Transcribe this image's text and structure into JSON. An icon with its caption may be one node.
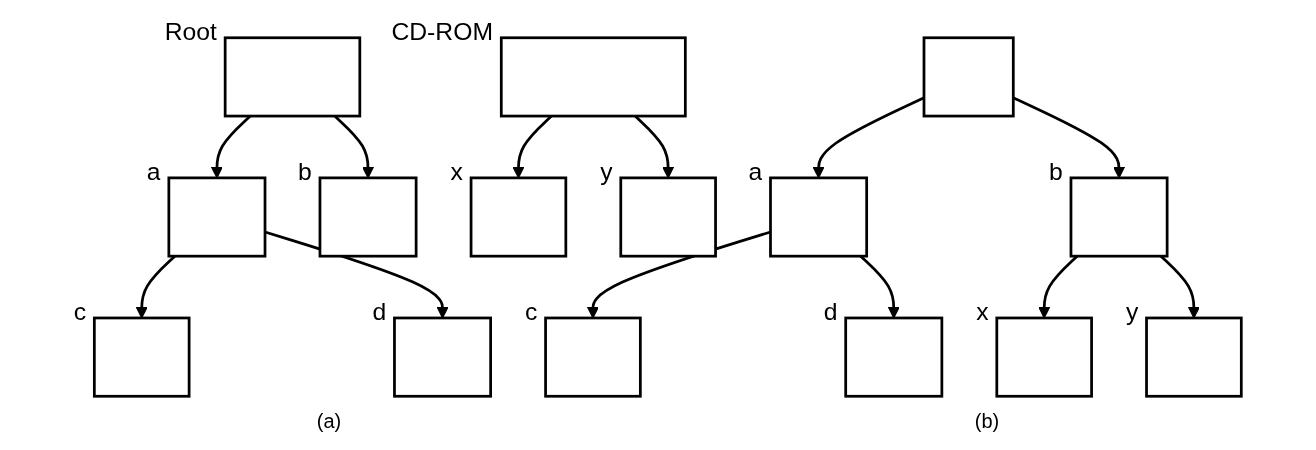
{
  "diagram": {
    "nodes": [
      {
        "text": [],
        "shape": "box",
        "beside": [
          "Root"
        ]
      },
      {
        "text": [],
        "shape": "box",
        "beside": [
          "a"
        ]
      },
      {
        "text": [],
        "shape": "box",
        "beside": [
          "b"
        ]
      },
      {
        "text": [],
        "shape": "box",
        "beside": [
          "c"
        ]
      },
      {
        "text": [],
        "shape": "box",
        "beside": [
          "d"
        ]
      },
      {
        "text": [],
        "shape": "box",
        "beside": [
          "CD-ROM"
        ]
      },
      {
        "text": [],
        "shape": "box",
        "beside": [
          "x"
        ]
      },
      {
        "text": [],
        "shape": "box",
        "beside": [
          "y"
        ]
      },
      {
        "text": [],
        "shape": "box"
      },
      {
        "text": [],
        "shape": "box",
        "beside": [
          "a"
        ]
      },
      {
        "text": [],
        "shape": "box",
        "beside": [
          "b"
        ]
      },
      {
        "text": [],
        "shape": "box",
        "beside": [
          "c"
        ]
      },
      {
        "text": [],
        "shape": "box",
        "beside": [
          "d"
        ]
      },
      {
        "text": [],
        "shape": "box",
        "beside": [
          "x"
        ]
      },
      {
        "text": [],
        "shape": "box",
        "beside": [
          "y"
        ]
      }
    ],
    "edges": [
      {
        "from": 0,
        "to": 1,
        "arrow": "to"
      },
      {
        "from": 0,
        "to": 2,
        "arrow": "to"
      },
      {
        "from": 1,
        "to": 3,
        "arrow": "to"
      },
      {
        "from": 1,
        "to": 4,
        "arrow": "to"
      },
      {
        "from": 5,
        "to": 6,
        "arrow": "to"
      },
      {
        "from": 5,
        "to": 7,
        "arrow": "to"
      },
      {
        "from": 8,
        "to": 9,
        "arrow": "to"
      },
      {
        "from": 8,
        "to": 10,
        "arrow": "to"
      },
      {
        "from": 9,
        "to": 11,
        "arrow": "to"
      },
      {
        "from": 9,
        "to": 12,
        "arrow": "to"
      },
      {
        "from": 10,
        "to": 13,
        "arrow": "to"
      },
      {
        "from": 10,
        "to": 14,
        "arrow": "to"
      }
    ],
    "labels": [
      "(a)",
      "(b)"
    ]
  }
}
